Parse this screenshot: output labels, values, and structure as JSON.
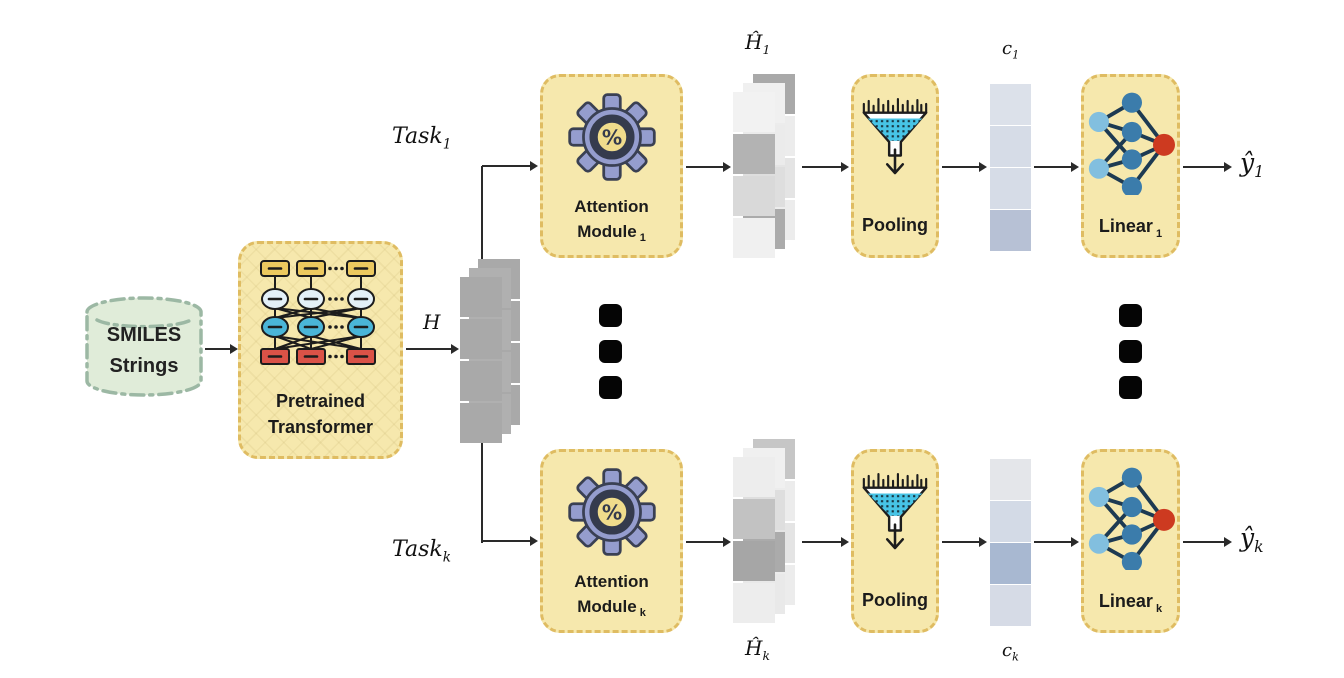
{
  "figure": {
    "input": {
      "line1": "SMILES",
      "line2": "Strings"
    },
    "transformer": {
      "line1": "Pretrained",
      "line2": "Transformer"
    },
    "hidden_label": "H",
    "branch_labels": {
      "top": {
        "base": "Task",
        "sub": "1"
      },
      "bottom": {
        "base": "Task",
        "sub": "k"
      }
    },
    "gear_symbol": "%",
    "rows": [
      {
        "attention": {
          "line1": "Attention",
          "line2": "Module",
          "sub": "1"
        },
        "hhat": {
          "base": "Ĥ",
          "sub": "1"
        },
        "pooling": {
          "label": "Pooling"
        },
        "context": {
          "base": "c",
          "sub": "1"
        },
        "linear": {
          "label": "Linear",
          "sub": "1"
        },
        "output": {
          "base": "ŷ",
          "sub": "1"
        }
      },
      {
        "attention": {
          "line1": "Attention",
          "line2": "Module",
          "sub": "k"
        },
        "hhat": {
          "base": "Ĥ",
          "sub": "k"
        },
        "pooling": {
          "label": "Pooling"
        },
        "context": {
          "base": "c",
          "sub": "k"
        },
        "linear": {
          "label": "Linear",
          "sub": "k"
        },
        "output": {
          "base": "ŷ",
          "sub": "k"
        }
      }
    ],
    "colors": {
      "module_fill": "#f6e8ad",
      "module_border": "#dfbc62",
      "database_fill": "#e0ecd9",
      "database_border": "#9cb8a4",
      "gear_body": "#959dce",
      "gear_center": "#f0dc8c",
      "funnel_liquid": "#47c4e6",
      "matrix_gray": "#a9a9a9",
      "vector_dark_cell": "#b7c1d5",
      "node_light_blue": "#82bfdf",
      "node_blue": "#3b7cab",
      "node_red": "#cd3a20",
      "arrow": "#2a2a2a"
    }
  }
}
